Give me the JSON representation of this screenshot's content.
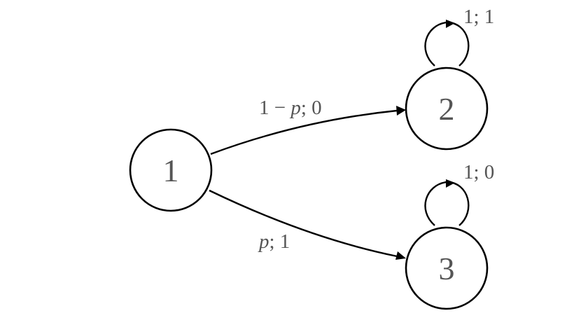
{
  "states": [
    {
      "id": "s1",
      "label": "1"
    },
    {
      "id": "s2",
      "label": "2"
    },
    {
      "id": "s3",
      "label": "3"
    }
  ],
  "transitions": [
    {
      "from": "1",
      "to": "2",
      "label_pre": "1 − ",
      "label_var": "p",
      "label_post": "; 0"
    },
    {
      "from": "1",
      "to": "3",
      "label_pre": "",
      "label_var": "p",
      "label_post": "; 1"
    },
    {
      "from": "2",
      "to": "2",
      "label": "1; 1"
    },
    {
      "from": "3",
      "to": "3",
      "label": "1; 0"
    }
  ]
}
